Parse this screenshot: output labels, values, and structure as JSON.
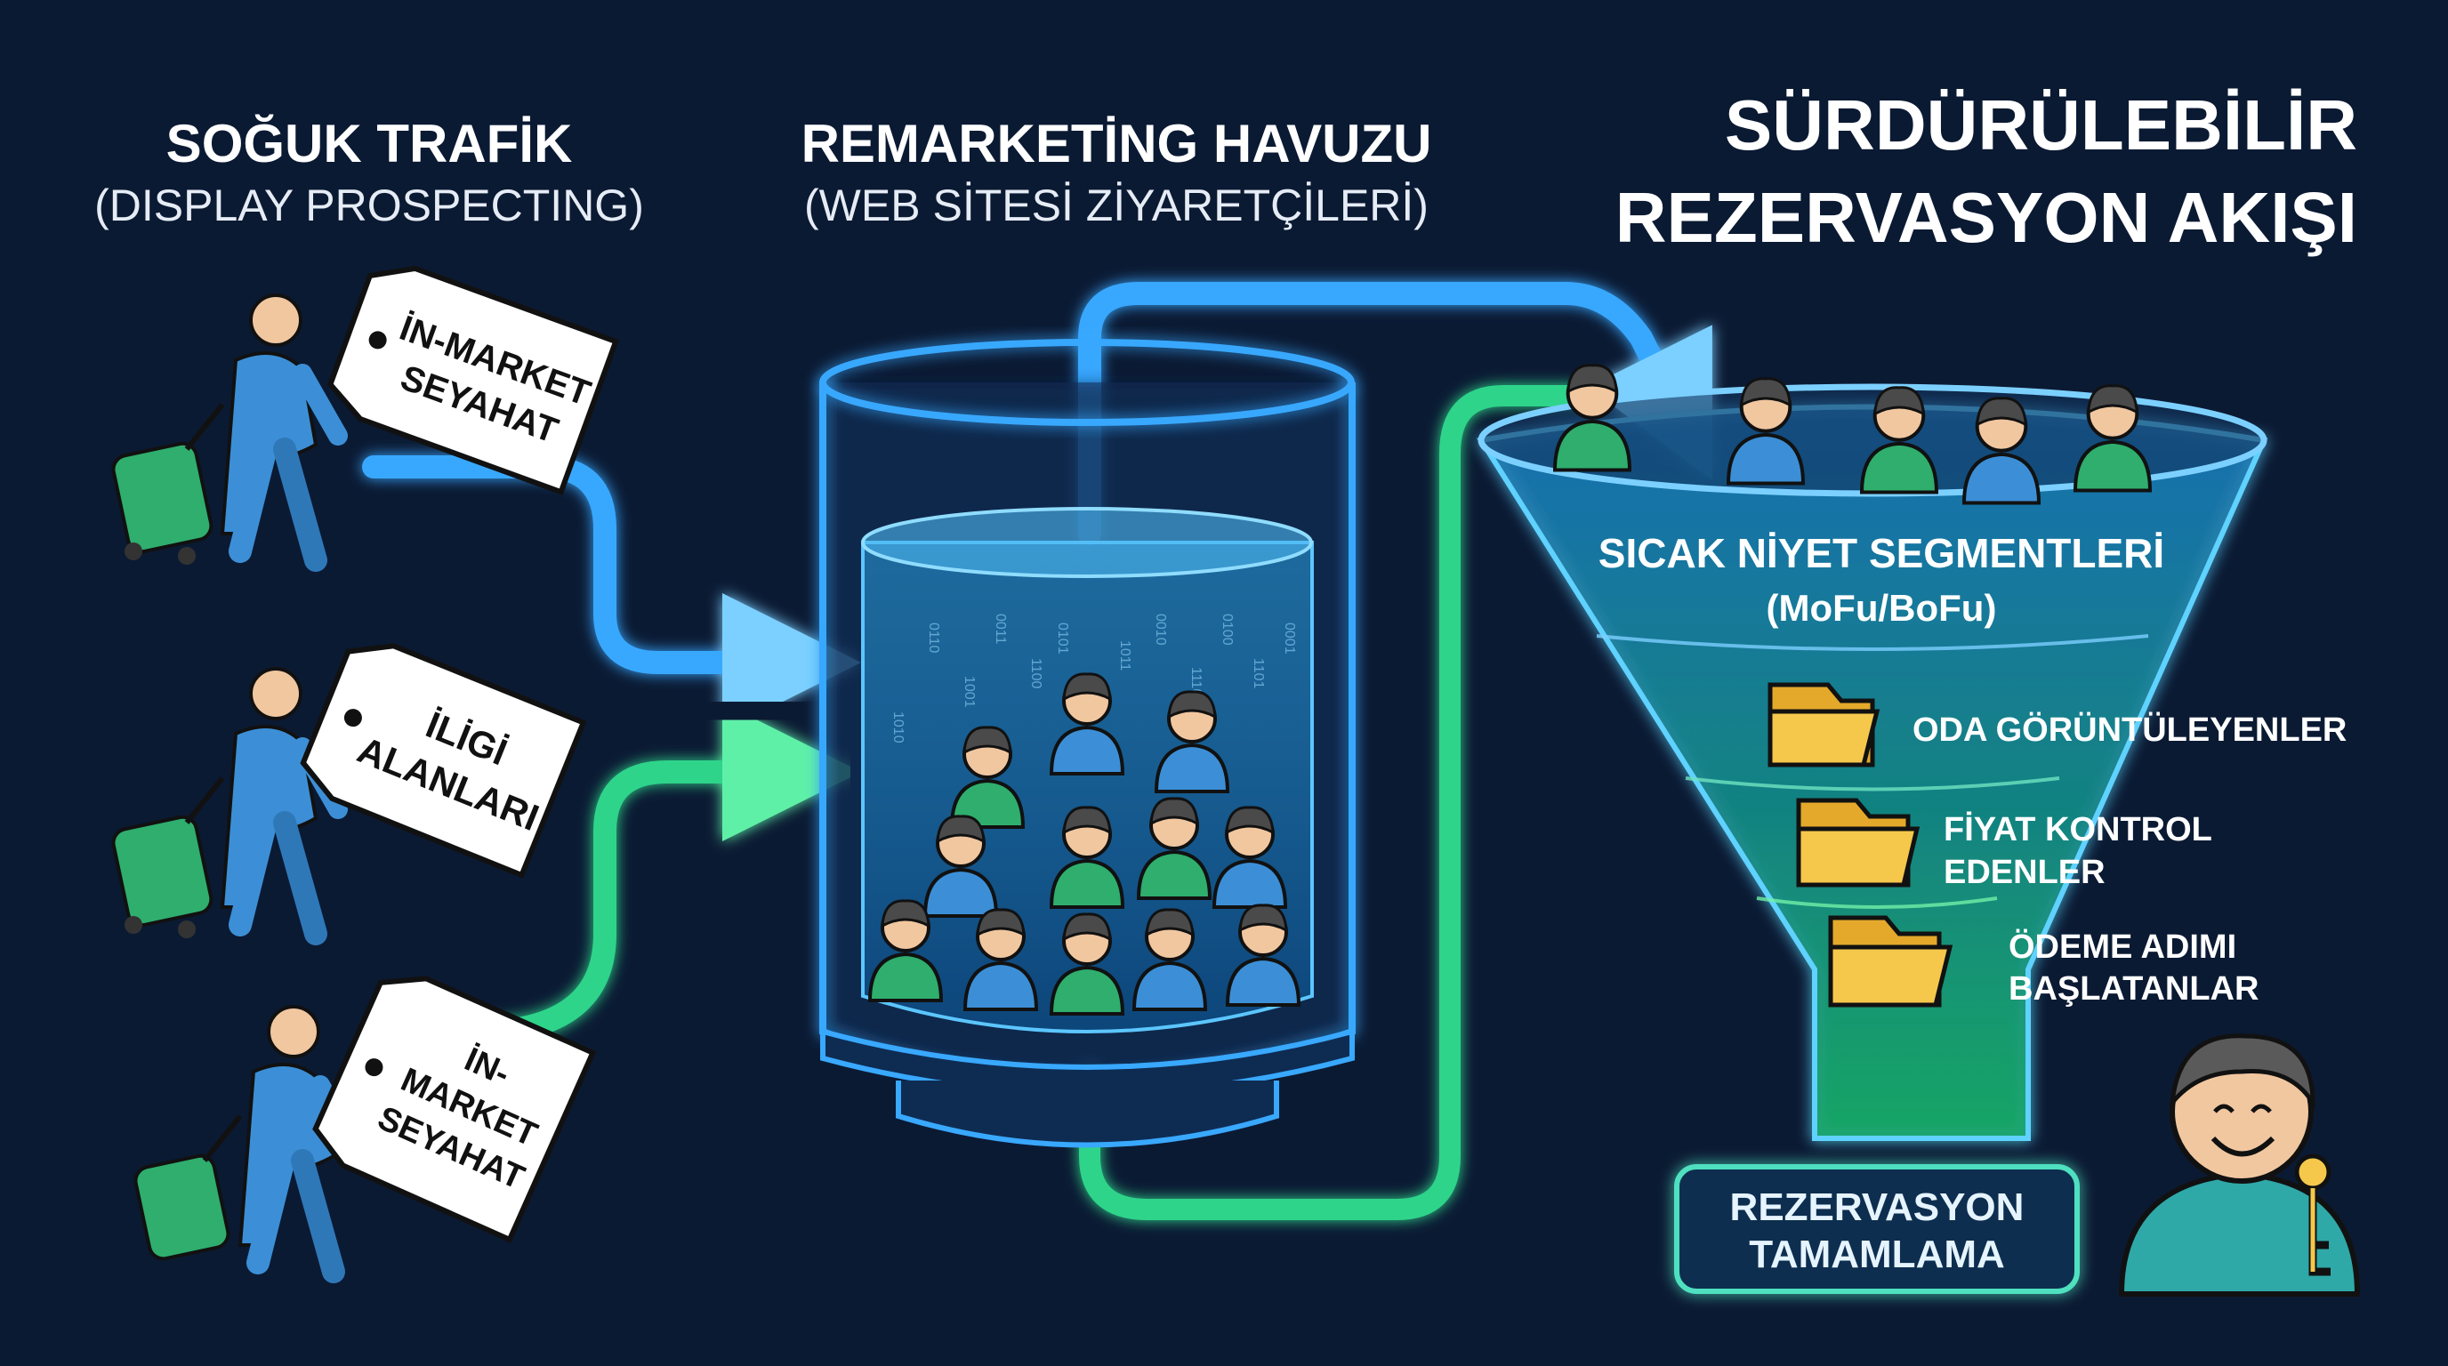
{
  "columns": {
    "cold": {
      "title": "SOĞUK TRAFİK",
      "subtitle": "(DISPLAY PROSPECTING)"
    },
    "pool": {
      "title": "REMARKETİNG HAVUZU",
      "subtitle": "(WEB SİTESİ ZİYARETÇİLERİ)"
    },
    "flow": {
      "title_line1": "SÜRDÜRÜLEBİLİR",
      "title_line2": "REZERVASYON AKIŞI"
    }
  },
  "tags": [
    {
      "line1": "İN-MARKET",
      "line2": "SEYAHAT"
    },
    {
      "line1": "İLİGİ",
      "line2": "ALANLARI"
    },
    {
      "line1": "İN-",
      "line2": "MARKET",
      "line3": "SEYAHAT"
    }
  ],
  "funnel": {
    "title": "SICAK NİYET SEGMENTLERİ",
    "subtitle": "(MoFu/BoFu)",
    "segments": [
      {
        "line1": "ODA GÖRÜNTÜLEYENLER"
      },
      {
        "line1": "FİYAT KONTROL",
        "line2": "EDENLER"
      },
      {
        "line1": "ÖDEME ADIMI",
        "line2": "BAŞLATANLAR"
      }
    ]
  },
  "conversion": {
    "line1": "REZERVASYON",
    "line2": "TAMAMLAMA"
  },
  "pool_binary": [
    "1010",
    "0110",
    "1001",
    "0011",
    "1100",
    "0101",
    "1011",
    "0010",
    "1110",
    "0100",
    "1101",
    "0001"
  ],
  "colors": {
    "background": "#0b1a33",
    "blue_accent": "#39a8ff",
    "green_accent": "#2fd48a",
    "folder": "#f5c84c",
    "skin": "#f1c7a0",
    "person_blue": "#3c8fd6",
    "person_green": "#2fae6e"
  },
  "icons": [
    "walking-traveler-icon",
    "suitcase-icon",
    "price-tag-icon",
    "cylinder-pool-icon",
    "funnel-icon",
    "folder-icon",
    "person-avatar-icon",
    "key-icon"
  ]
}
